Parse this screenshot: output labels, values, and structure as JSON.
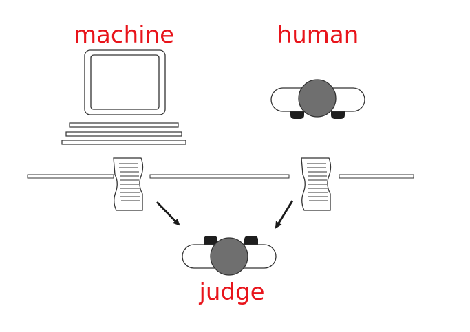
{
  "labels": {
    "machine": "machine",
    "human": "human",
    "judge": "judge"
  },
  "colors": {
    "label": "#e8141b",
    "stroke": "#333333",
    "head": "#6f6f6f",
    "feet": "#1e1e1e",
    "paper": "#ffffff",
    "arrow": "#1a1a1a"
  },
  "icons": {
    "machine": "computer-terminal-icon",
    "human": "person-topdown-icon",
    "judge": "person-topdown-icon",
    "message": "paper-note-icon"
  }
}
